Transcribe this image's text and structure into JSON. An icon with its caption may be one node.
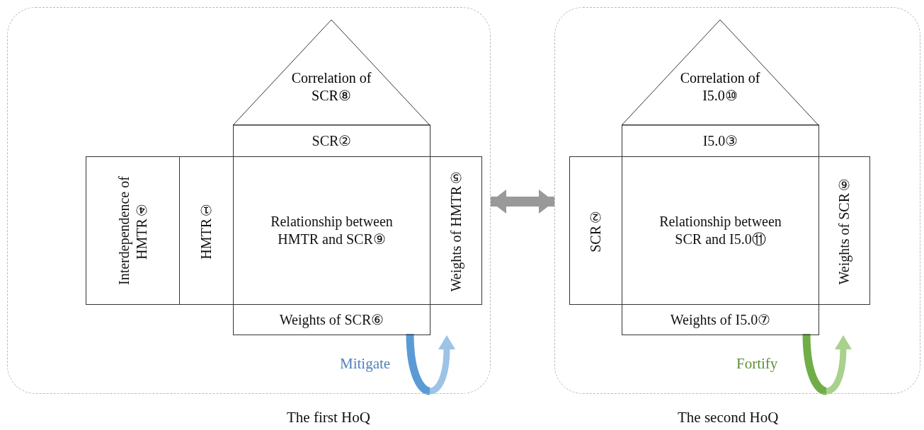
{
  "diagram": {
    "nodes": [
      {
        "text": [],
        "shape": "box"
      },
      {
        "text": [
          "Correlation of SCR⑧"
        ],
        "in": 0
      },
      {
        "text": [
          "SCR②"
        ],
        "in": 0
      },
      {
        "text": [
          "Interdependence of HMTR④"
        ],
        "in": 0
      },
      {
        "text": [
          "HMTR①"
        ],
        "in": 0
      },
      {
        "text": [
          "Relationship between HMTR and SCR⑨"
        ],
        "in": 0
      },
      {
        "text": [
          "Weights of HMTR⑤"
        ],
        "in": 0
      },
      {
        "text": [
          "Weights of SCR⑥"
        ],
        "in": 0
      },
      {
        "text": [],
        "shape": "box"
      },
      {
        "text": [
          "Correlation of I5.0⑩"
        ],
        "in": 8
      },
      {
        "text": [
          "I5.0③"
        ],
        "in": 8
      },
      {
        "text": [
          "SCR②"
        ],
        "in": 8
      },
      {
        "text": [
          "Relationship between SCR and I5.0⑪"
        ],
        "in": 8
      },
      {
        "text": [
          "Weights of SCR⑥"
        ],
        "in": 8
      },
      {
        "text": [
          "Weights of I5.0⑦"
        ],
        "in": 8
      }
    ],
    "edges": [
      {
        "from": 0,
        "to": 8,
        "arrow": "both",
        "color": "#999999"
      }
    ],
    "labels": [
      "Mitigate",
      "Fortify",
      "The first HoQ",
      "The second HoQ"
    ]
  }
}
